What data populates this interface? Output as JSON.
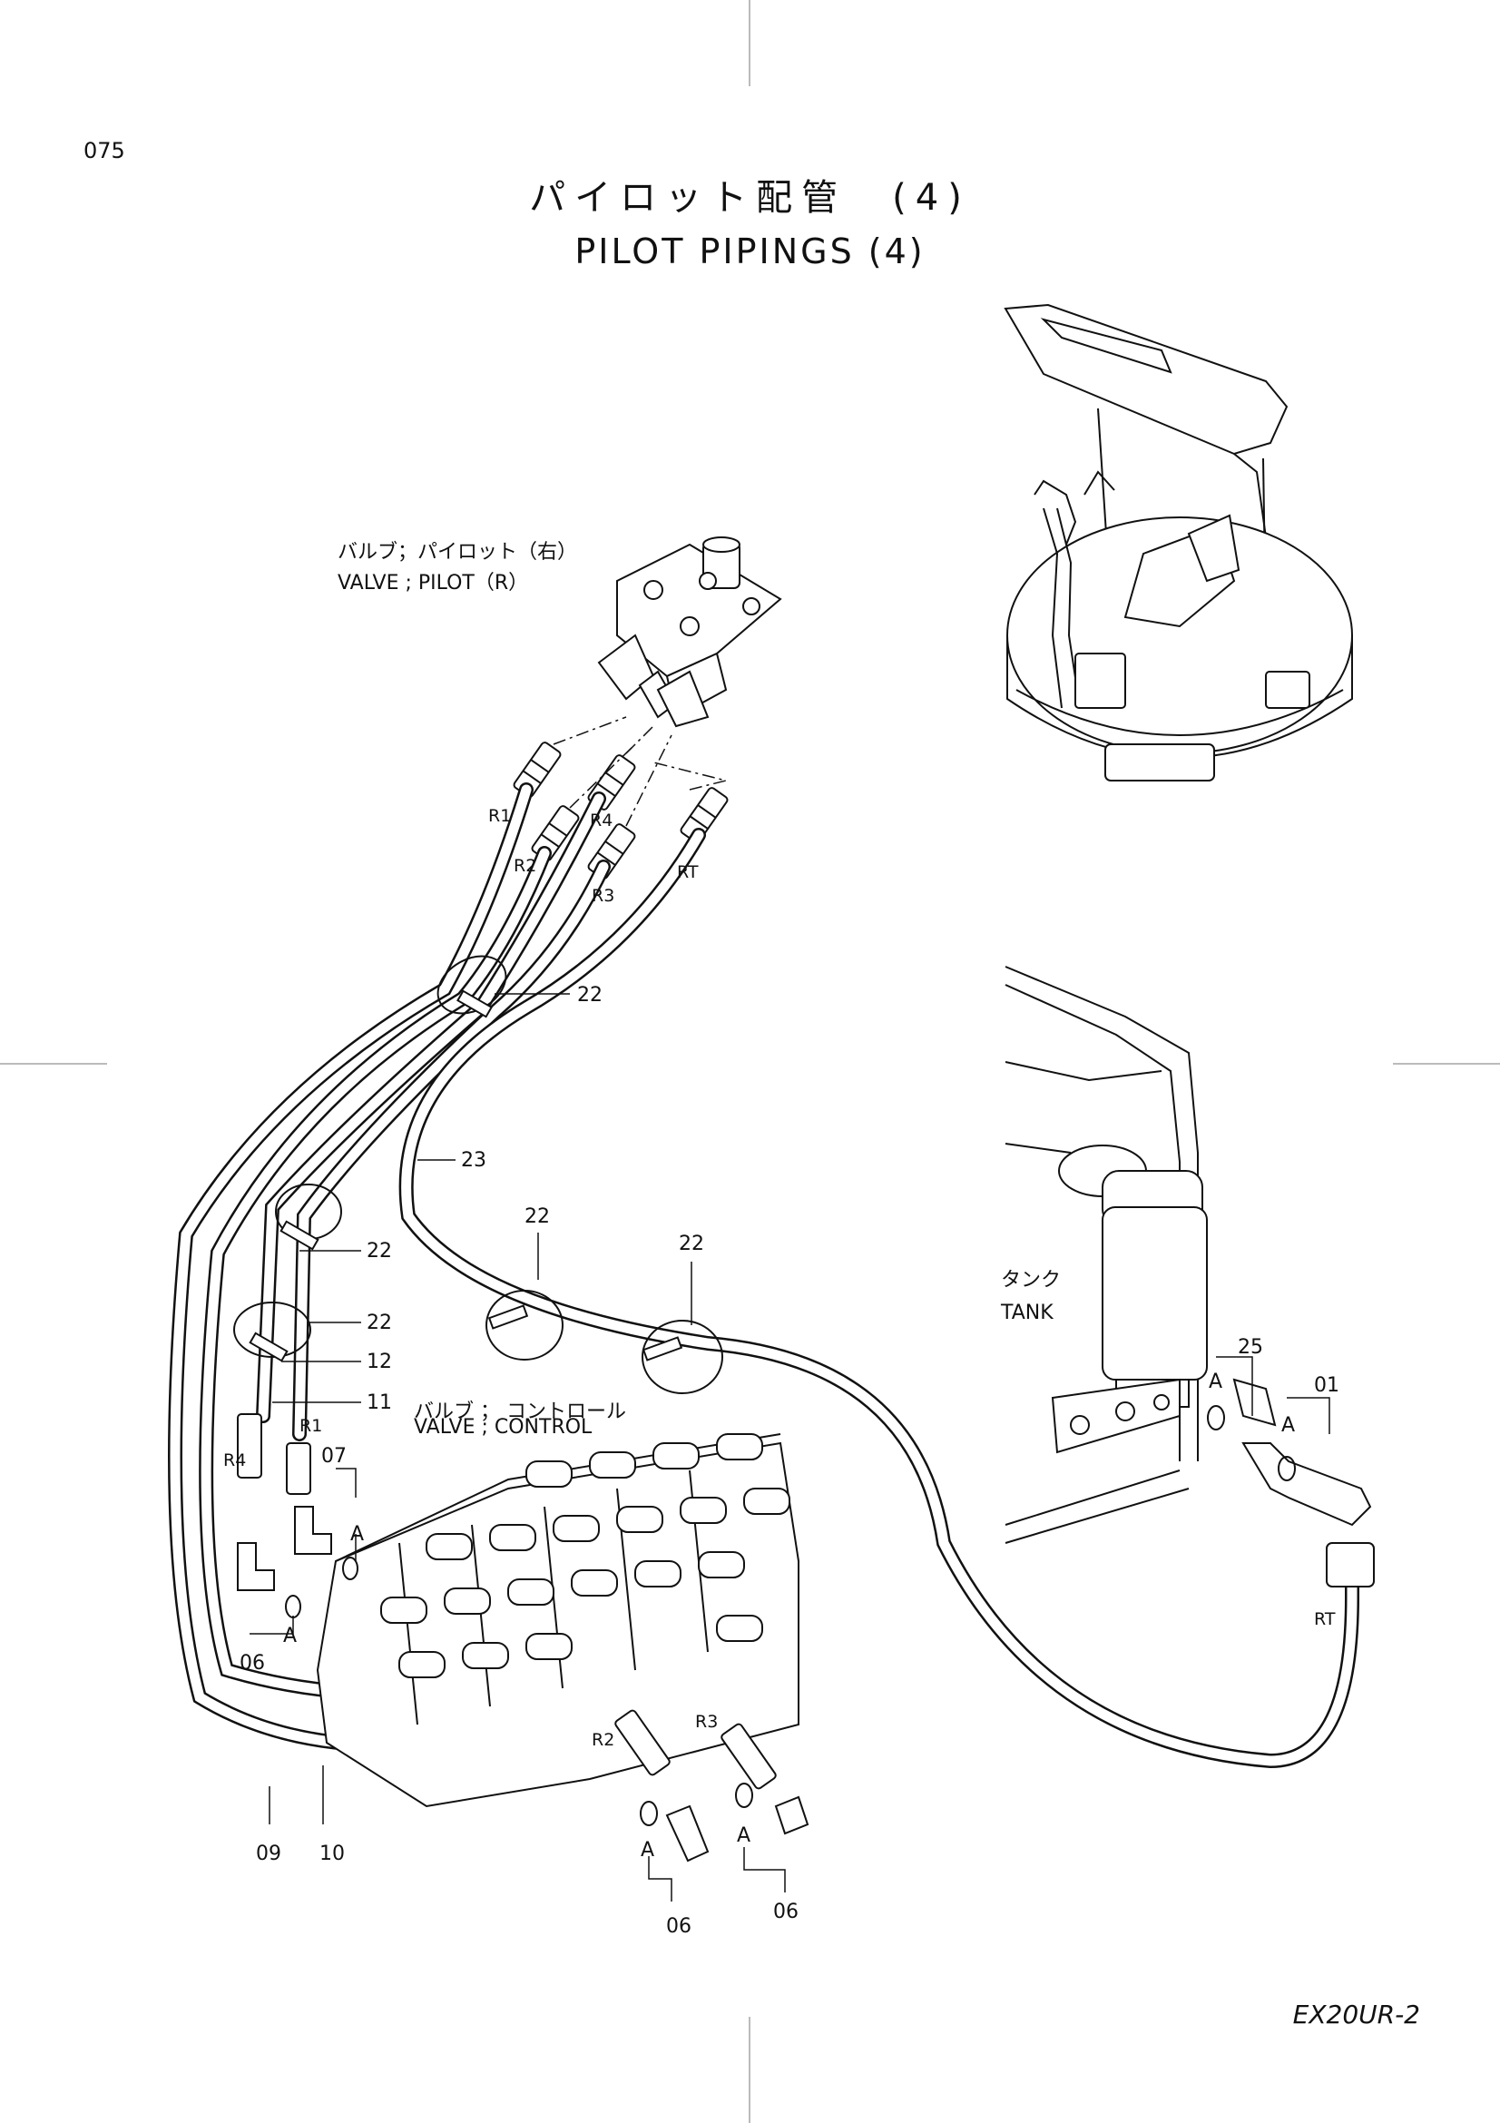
{
  "page_number": "075",
  "title_jp": "パイロット配管　(4)",
  "title_en": "PILOT PIPINGS (4)",
  "model": "EX20UR-2",
  "labels": {
    "pilot_valve_jp": "バルブ；パイロット（右）",
    "pilot_valve_en": "VALVE ; PILOT（R）",
    "control_valve_jp": "バルブ ； コントロール",
    "control_valve_en": "VALVE ; CONTROL",
    "tank_jp": "タンク",
    "tank_en": "TANK"
  },
  "ports": {
    "r1_top": "R1",
    "r2_top": "R2",
    "r3_top": "R3",
    "r4_top": "R4",
    "rt_top": "RT",
    "r1_low": "R1",
    "r4_low": "R4",
    "r2_low": "R2",
    "r3_low": "R3",
    "rt_low": "RT"
  },
  "callouts": {
    "n22_a": "22",
    "n23": "23",
    "n22_b": "22",
    "n22_c": "22",
    "n22_d": "22",
    "n22_e": "22",
    "n12": "12",
    "n11": "11",
    "n07": "07",
    "n06_a": "06",
    "n06_b": "06",
    "n06_c": "06",
    "n09": "09",
    "n10": "10",
    "n25": "25",
    "n01": "01"
  },
  "detail_marks": {
    "a1": "A",
    "a2": "A",
    "a3": "A",
    "a4": "A",
    "a5": "A",
    "a6": "A"
  }
}
